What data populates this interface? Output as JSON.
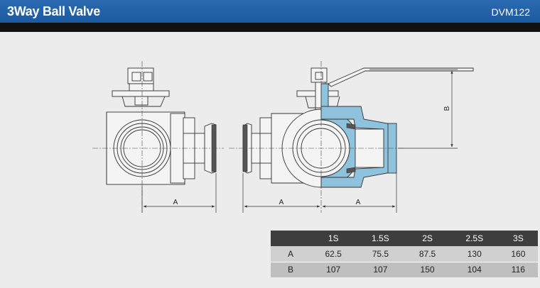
{
  "header": {
    "title": "3Way Ball Valve",
    "code": "DVM122"
  },
  "drawing": {
    "dim_a_left": "A",
    "dim_a_mid": "A",
    "dim_a_right": "A",
    "dim_b": "B",
    "accent_color": "#8fc3dd"
  },
  "spec_table": {
    "columns": [
      "",
      "1S",
      "1.5S",
      "2S",
      "2.5S",
      "3S"
    ],
    "rows": [
      {
        "label": "A",
        "values": [
          "62.5",
          "75.5",
          "87.5",
          "130",
          "160"
        ]
      },
      {
        "label": "B",
        "values": [
          "107",
          "107",
          "150",
          "104",
          "116"
        ]
      }
    ]
  }
}
